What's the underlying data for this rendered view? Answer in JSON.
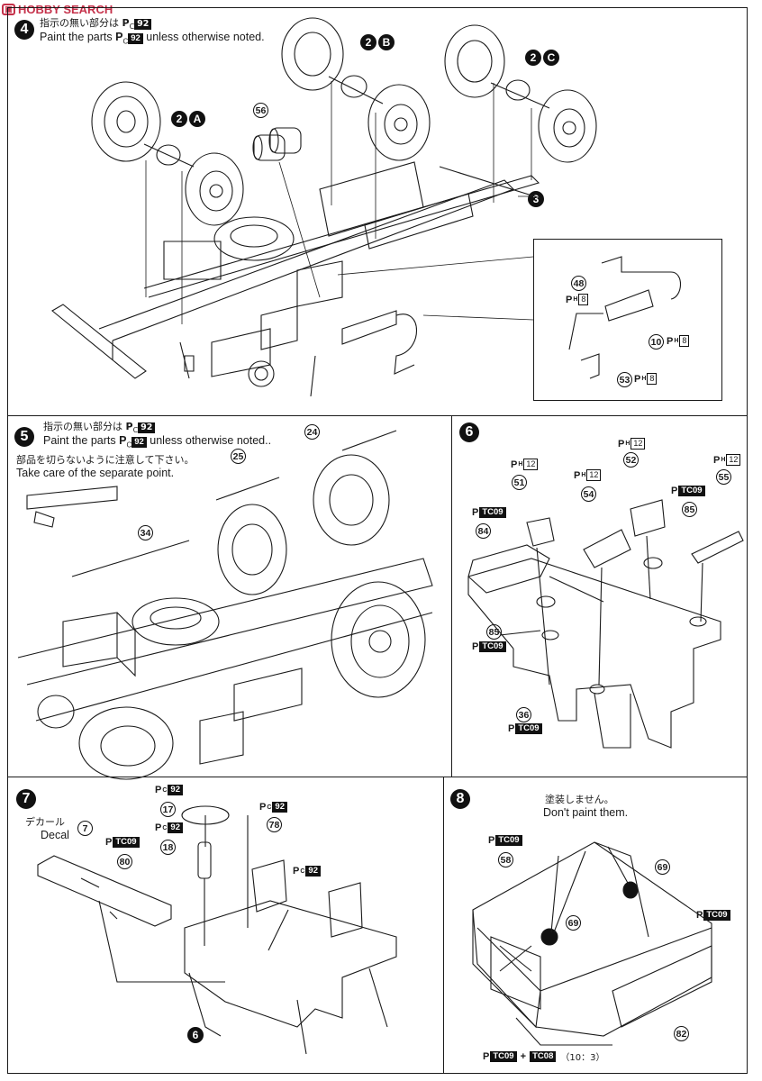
{
  "watermark": "HOBBY SEARCH",
  "steps": [
    {
      "number": "4",
      "note_jp": "指示の無い部分は",
      "note_en_pre": "Paint the parts",
      "note_en_post": "unless otherwise noted.",
      "default_paint": "92",
      "subassemblies": [
        "2",
        "A",
        "2",
        "B",
        "2",
        "C",
        "3"
      ],
      "parts": [
        "56",
        "48",
        "10",
        "53"
      ],
      "inset_paint": "8"
    },
    {
      "number": "5",
      "note_jp": "指示の無い部分は",
      "note_en_pre": "Paint the parts",
      "note_en_post": "unless otherwise noted..",
      "default_paint": "92",
      "caution_jp": "部品を切らないように注意して下さい。",
      "caution_en": "Take care of the separate point.",
      "parts": [
        "24",
        "25",
        "34"
      ]
    },
    {
      "number": "6",
      "parts": [
        "51",
        "52",
        "54",
        "55",
        "84",
        "85",
        "85",
        "36"
      ],
      "paint_h": [
        "12",
        "12",
        "12",
        "12"
      ],
      "paint_tc": [
        "TC09",
        "TC09",
        "TC09",
        "TC09"
      ]
    },
    {
      "number": "7",
      "decal_jp": "デカール",
      "decal_en": "Decal",
      "parts": [
        "17",
        "18",
        "78",
        "7",
        "80"
      ],
      "paint_c": [
        "92",
        "92",
        "92",
        "92"
      ],
      "paint_tc": [
        "TC09"
      ],
      "subassembly": "6"
    },
    {
      "number": "8",
      "dont_paint_jp": "塗装しません。",
      "dont_paint_en": "Don't paint them.",
      "parts": [
        "58",
        "69",
        "69",
        "82"
      ],
      "paint_tc": [
        "TC09",
        "TC09",
        "TC09",
        "TC08"
      ],
      "mix_ratio": "（10：3）"
    }
  ]
}
